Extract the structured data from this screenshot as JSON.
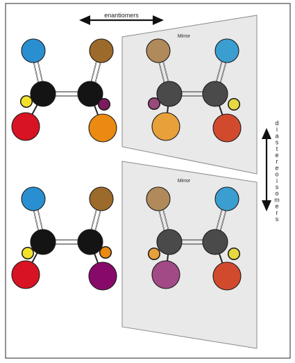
{
  "labels": {
    "enantiomers": "enantiomers",
    "mirror_top": "Mirror",
    "mirror_bottom": "Mirror",
    "diastereoisomers": "diastereoisomers"
  },
  "colors": {
    "frame": "#4a4a4a",
    "mirror_fill": "#e9e9e9",
    "mirror_stroke": "#8a8a8a",
    "carbon": "#141414",
    "carbon_reflected": "#4a4a4a",
    "bond": "#222222"
  },
  "molecules": [
    {
      "id": "top-left",
      "reflected": false,
      "atoms": [
        {
          "name": "blue-atom",
          "color": "#2a8fd0"
        },
        {
          "name": "brown-atom",
          "color": "#9c6a2a"
        },
        {
          "name": "yellow-atom",
          "color": "#f2e12a"
        },
        {
          "name": "purple-atom",
          "color": "#7d1b5e"
        },
        {
          "name": "red-atom",
          "color": "#d81323"
        },
        {
          "name": "orange-atom",
          "color": "#ea8a10"
        }
      ]
    },
    {
      "id": "top-right-mirror",
      "reflected": true,
      "atoms": [
        {
          "name": "brown-atom",
          "color": "#b08a5a"
        },
        {
          "name": "blue-atom",
          "color": "#3a9ed0"
        },
        {
          "name": "purple-atom",
          "color": "#9a4a7a"
        },
        {
          "name": "yellow-atom",
          "color": "#e6d840"
        },
        {
          "name": "orange-atom",
          "color": "#e8a03a"
        },
        {
          "name": "red-atom",
          "color": "#d24a2e"
        }
      ]
    },
    {
      "id": "bottom-left",
      "reflected": false,
      "atoms": [
        {
          "name": "blue-atom",
          "color": "#2a8fd0"
        },
        {
          "name": "brown-atom",
          "color": "#9c6a2a"
        },
        {
          "name": "yellow-atom",
          "color": "#f2e12a"
        },
        {
          "name": "orange-atom",
          "color": "#ea8a10"
        },
        {
          "name": "red-atom",
          "color": "#d81323"
        },
        {
          "name": "purple-atom",
          "color": "#870a6a"
        }
      ]
    },
    {
      "id": "bottom-right-mirror",
      "reflected": true,
      "atoms": [
        {
          "name": "brown-atom",
          "color": "#b08a5a"
        },
        {
          "name": "blue-atom",
          "color": "#3a9ed0"
        },
        {
          "name": "orange-atom",
          "color": "#e8a03a"
        },
        {
          "name": "yellow-atom",
          "color": "#e6d840"
        },
        {
          "name": "purple-atom",
          "color": "#a24a86"
        },
        {
          "name": "red-atom",
          "color": "#d24a2e"
        }
      ]
    }
  ]
}
